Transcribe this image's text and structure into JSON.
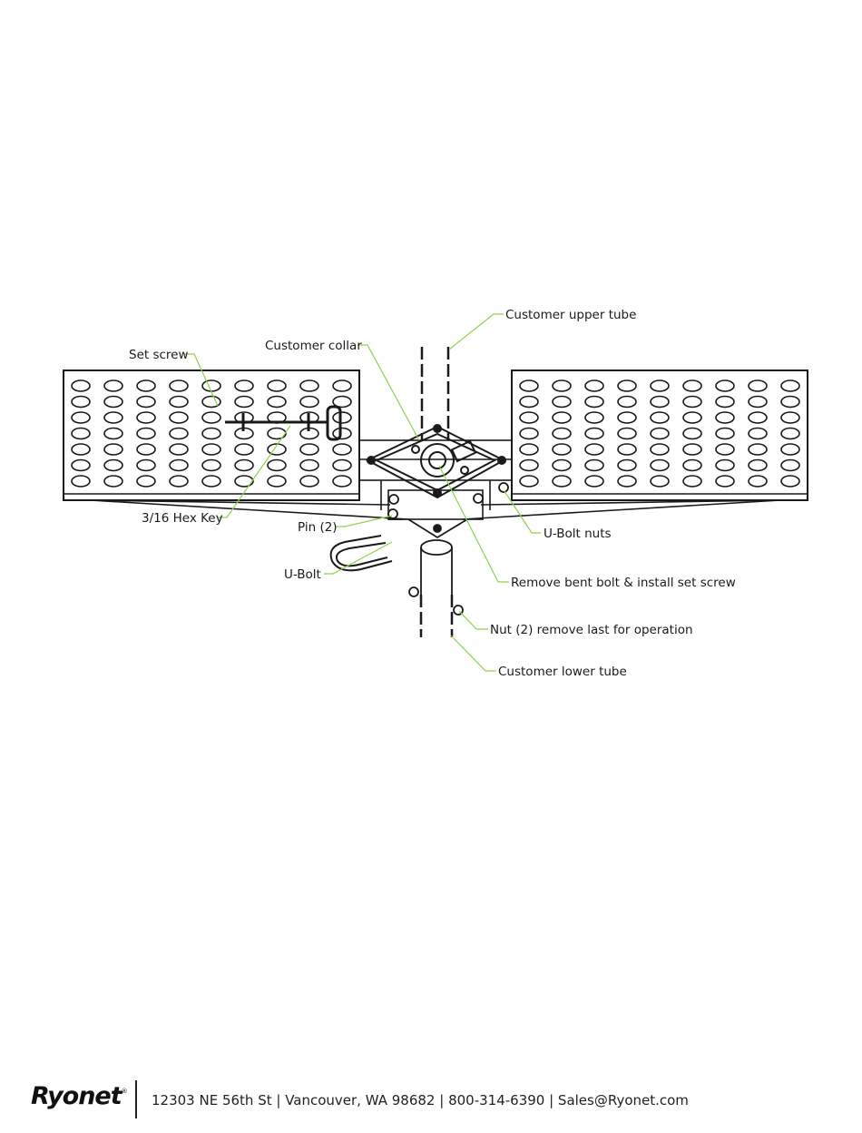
{
  "labels": {
    "set_screw": "Set screw",
    "customer_collar": "Customer collar",
    "customer_upper_tube": "Customer upper tube",
    "hex_key": "3/16 Hex Key",
    "pin": "Pin (2)",
    "u_bolt": "U-Bolt",
    "u_bolt_nuts": "U-Bolt nuts",
    "remove_bent_bolt": "Remove bent bolt & install set screw",
    "nut": "Nut (2) remove last for operation",
    "customer_lower_tube": "Customer lower tube"
  },
  "colors": {
    "leader_line": "#8fd14f",
    "drawing": "#1a1a1a"
  },
  "footer": {
    "logo_text": "Ryonet",
    "logo_mark": "®",
    "contact": "12303 NE 56th St | Vancouver, WA 98682 | 800-314-6390 | Sales@Ryonet.com"
  }
}
